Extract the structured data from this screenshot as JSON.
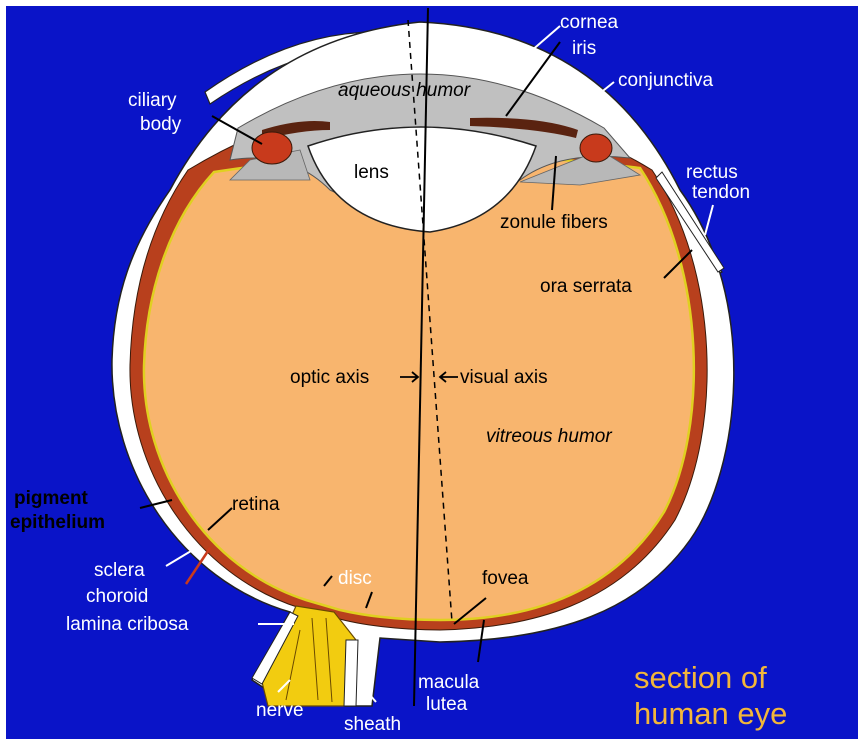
{
  "colors": {
    "background": "#0a14c8",
    "vitreous": "#f8b56e",
    "aqueous": "#c0c0c0",
    "choroid": "#b8401d",
    "retina_line": "#e0d020",
    "sclera": "#ffffff",
    "nerve": "#f2cc10",
    "title": "#f2b63a"
  },
  "labels": {
    "cornea": "cornea",
    "iris": "iris",
    "conjunctiva": "conjunctiva",
    "ciliary_body_1": "ciliary",
    "ciliary_body_2": "body",
    "aqueous_humor": "aqueous humor",
    "lens": "lens",
    "rectus_tendon_1": "rectus",
    "rectus_tendon_2": "tendon",
    "zonule_fibers": "zonule fibers",
    "ora_serrata": "ora serrata",
    "optic_axis": "optic axis",
    "visual_axis": "visual axis",
    "vitreous_humor": "vitreous humor",
    "pigment_epithelium_1": "pigment",
    "pigment_epithelium_2": "epithelium",
    "retina": "retina",
    "sclera": "sclera",
    "choroid": "choroid",
    "disc": "disc",
    "lamina_cribosa": "lamina cribosa",
    "fovea": "fovea",
    "macula_lutea_1": "macula",
    "macula_lutea_2": "lutea",
    "nerve": "nerve",
    "sheath": "sheath"
  },
  "title": {
    "line1": "section of",
    "line2": "human eye"
  }
}
